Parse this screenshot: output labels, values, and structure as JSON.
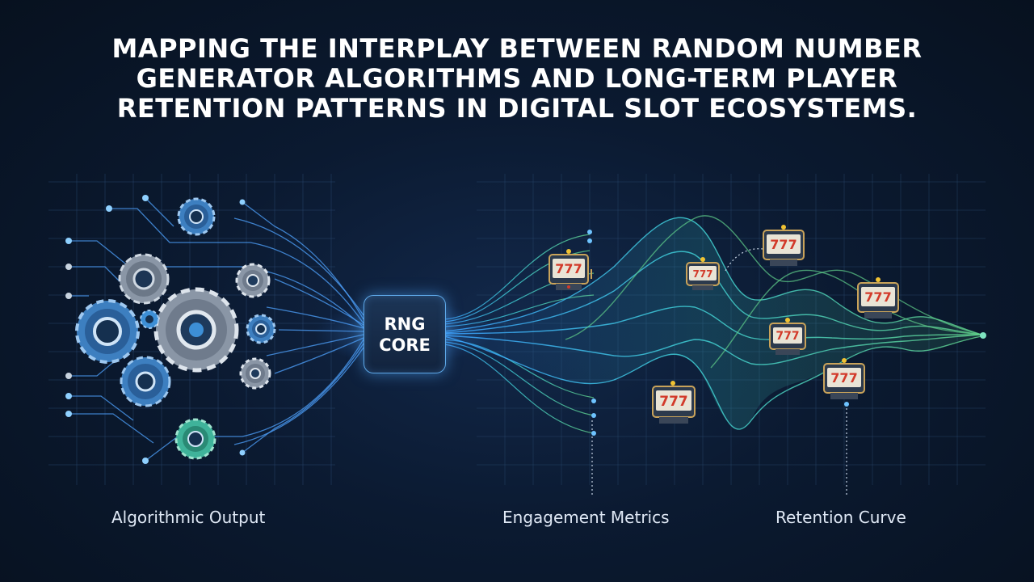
{
  "title": "MAPPING THE INTERPLAY BETWEEN RANDOM NUMBER GENERATOR ALGORITHMS AND LONG-TERM PLAYER RETENTION PATTERNS IN DIGITAL SLOT ECOSYSTEMS.",
  "core": {
    "line1": "RNG",
    "line2": "CORE"
  },
  "captions": {
    "algorithmic": "Algorithmic Output",
    "engagement": "Engagement Metrics",
    "retention": "Retention Curve"
  },
  "slot_reel_text": "777",
  "icons": [
    "gear-icon",
    "slot-machine-icon"
  ],
  "colors": {
    "background": "#0b1a31",
    "accent_blue": "#4fa3ff",
    "wave_cyan": "#3fd0d8",
    "wave_green": "#5fcf8a",
    "gear_blue": "#3d8fd6",
    "gear_gray": "#9aa6b4",
    "gear_teal": "#3fb39a",
    "slot_red": "#d23a2a"
  }
}
